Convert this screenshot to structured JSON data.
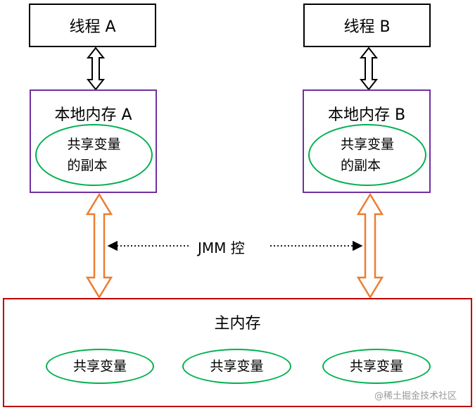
{
  "thread_a": {
    "label": "线程 A"
  },
  "thread_b": {
    "label": "线程 B"
  },
  "local_a": {
    "title": "本地内存 A",
    "copy_label_line1": "共享变量",
    "copy_label_line2": "的副本"
  },
  "local_b": {
    "title": "本地内存 B",
    "copy_label_line1": "共享变量",
    "copy_label_line2": "的副本"
  },
  "jmm": {
    "label": "JMM 控"
  },
  "main_memory": {
    "title": "主内存",
    "variables": [
      "共享变量",
      "共享变量",
      "共享变量"
    ]
  },
  "watermark": "@稀土掘金技术社区",
  "colors": {
    "thread_border": "#000000",
    "local_border": "#7030a0",
    "ellipse_border": "#00b050",
    "main_border": "#c00000",
    "orange_arrow": "#ed7d31"
  }
}
